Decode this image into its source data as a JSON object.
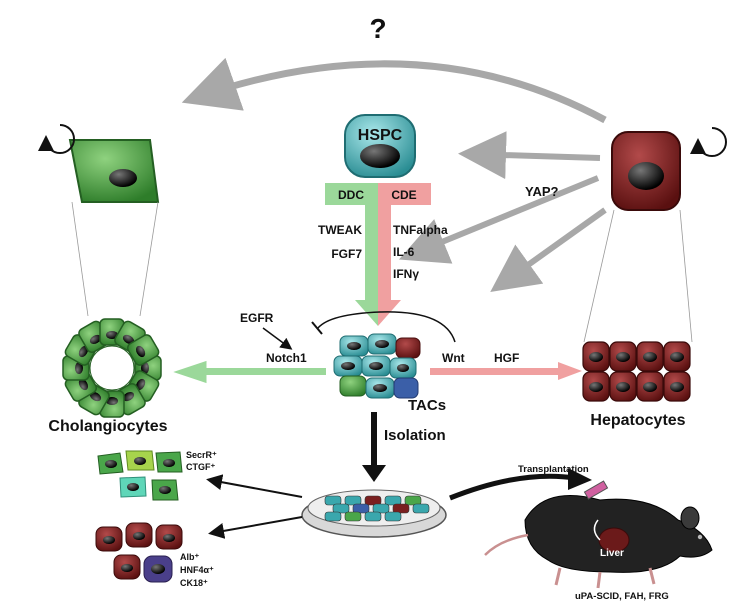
{
  "question_mark": "?",
  "hspc": "HSPC",
  "pathways": {
    "left": "DDC",
    "right": "CDE"
  },
  "left_factors": [
    "TWEAK",
    "FGF7"
  ],
  "right_factors": [
    "TNFalpha",
    "IL-6",
    "IFNγ"
  ],
  "yap": "YAP?",
  "egfr": "EGFR",
  "notch1": "Notch1",
  "wnt": "Wnt",
  "hgf": "HGF",
  "tacs": "TACs",
  "isolation": "Isolation",
  "cholangiocytes": "Cholangiocytes",
  "hepatocytes": "Hepatocytes",
  "chol_markers": [
    "SecrR⁺",
    "CTGF⁺"
  ],
  "hep_markers": [
    "Alb⁺",
    "HNF4α⁺",
    "CK18⁺"
  ],
  "transplantation": "Transplantation",
  "liver": "Liver",
  "mouse_models": "uPA-SCID, FAH, FRG",
  "colors": {
    "cholangiocyte": "#3f9a3a",
    "hepatocyte": "#7a1f1f",
    "hspc": "#3aa7ad",
    "ddc_arrow": "#9bd89a",
    "cde_arrow": "#f0a0a0",
    "gray_arrow": "#a8a8a8"
  }
}
